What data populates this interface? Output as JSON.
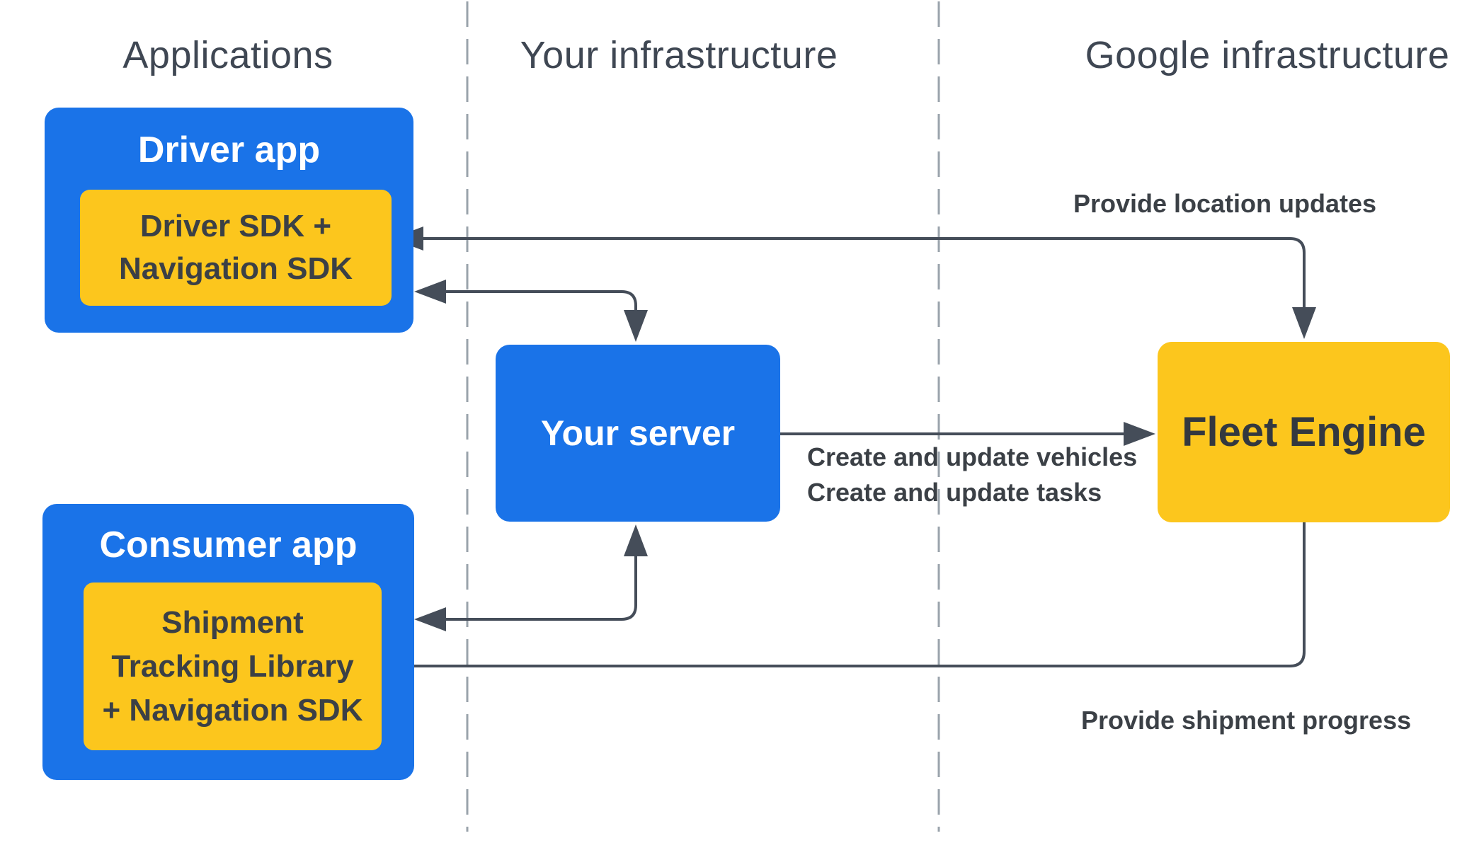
{
  "columns": [
    {
      "label": "Applications"
    },
    {
      "label": "Your infrastructure"
    },
    {
      "label": "Google infrastructure"
    }
  ],
  "nodes": {
    "driver_app": {
      "title": "Driver app",
      "sdk_lines": [
        "Driver SDK +",
        "Navigation SDK"
      ]
    },
    "consumer_app": {
      "title": "Consumer app",
      "sdk_lines": [
        "Shipment",
        "Tracking Library",
        "+ Navigation SDK"
      ]
    },
    "your_server": {
      "title": "Your server"
    },
    "fleet_engine": {
      "title": "Fleet Engine"
    }
  },
  "edges": {
    "location_updates": {
      "label": "Provide location updates"
    },
    "create_update": {
      "lines": [
        "Create and update vehicles",
        "Create and update tasks"
      ]
    },
    "shipment_progress": {
      "label": "Provide shipment progress"
    }
  },
  "colors": {
    "blue": "#1a73e8",
    "yellow": "#fcc61d",
    "arrow": "#454d59",
    "text_dark": "#3b4046",
    "header_gray": "#3f4753",
    "dashed_gray": "#9aa3ab",
    "box_title_white": "#ffffff"
  }
}
